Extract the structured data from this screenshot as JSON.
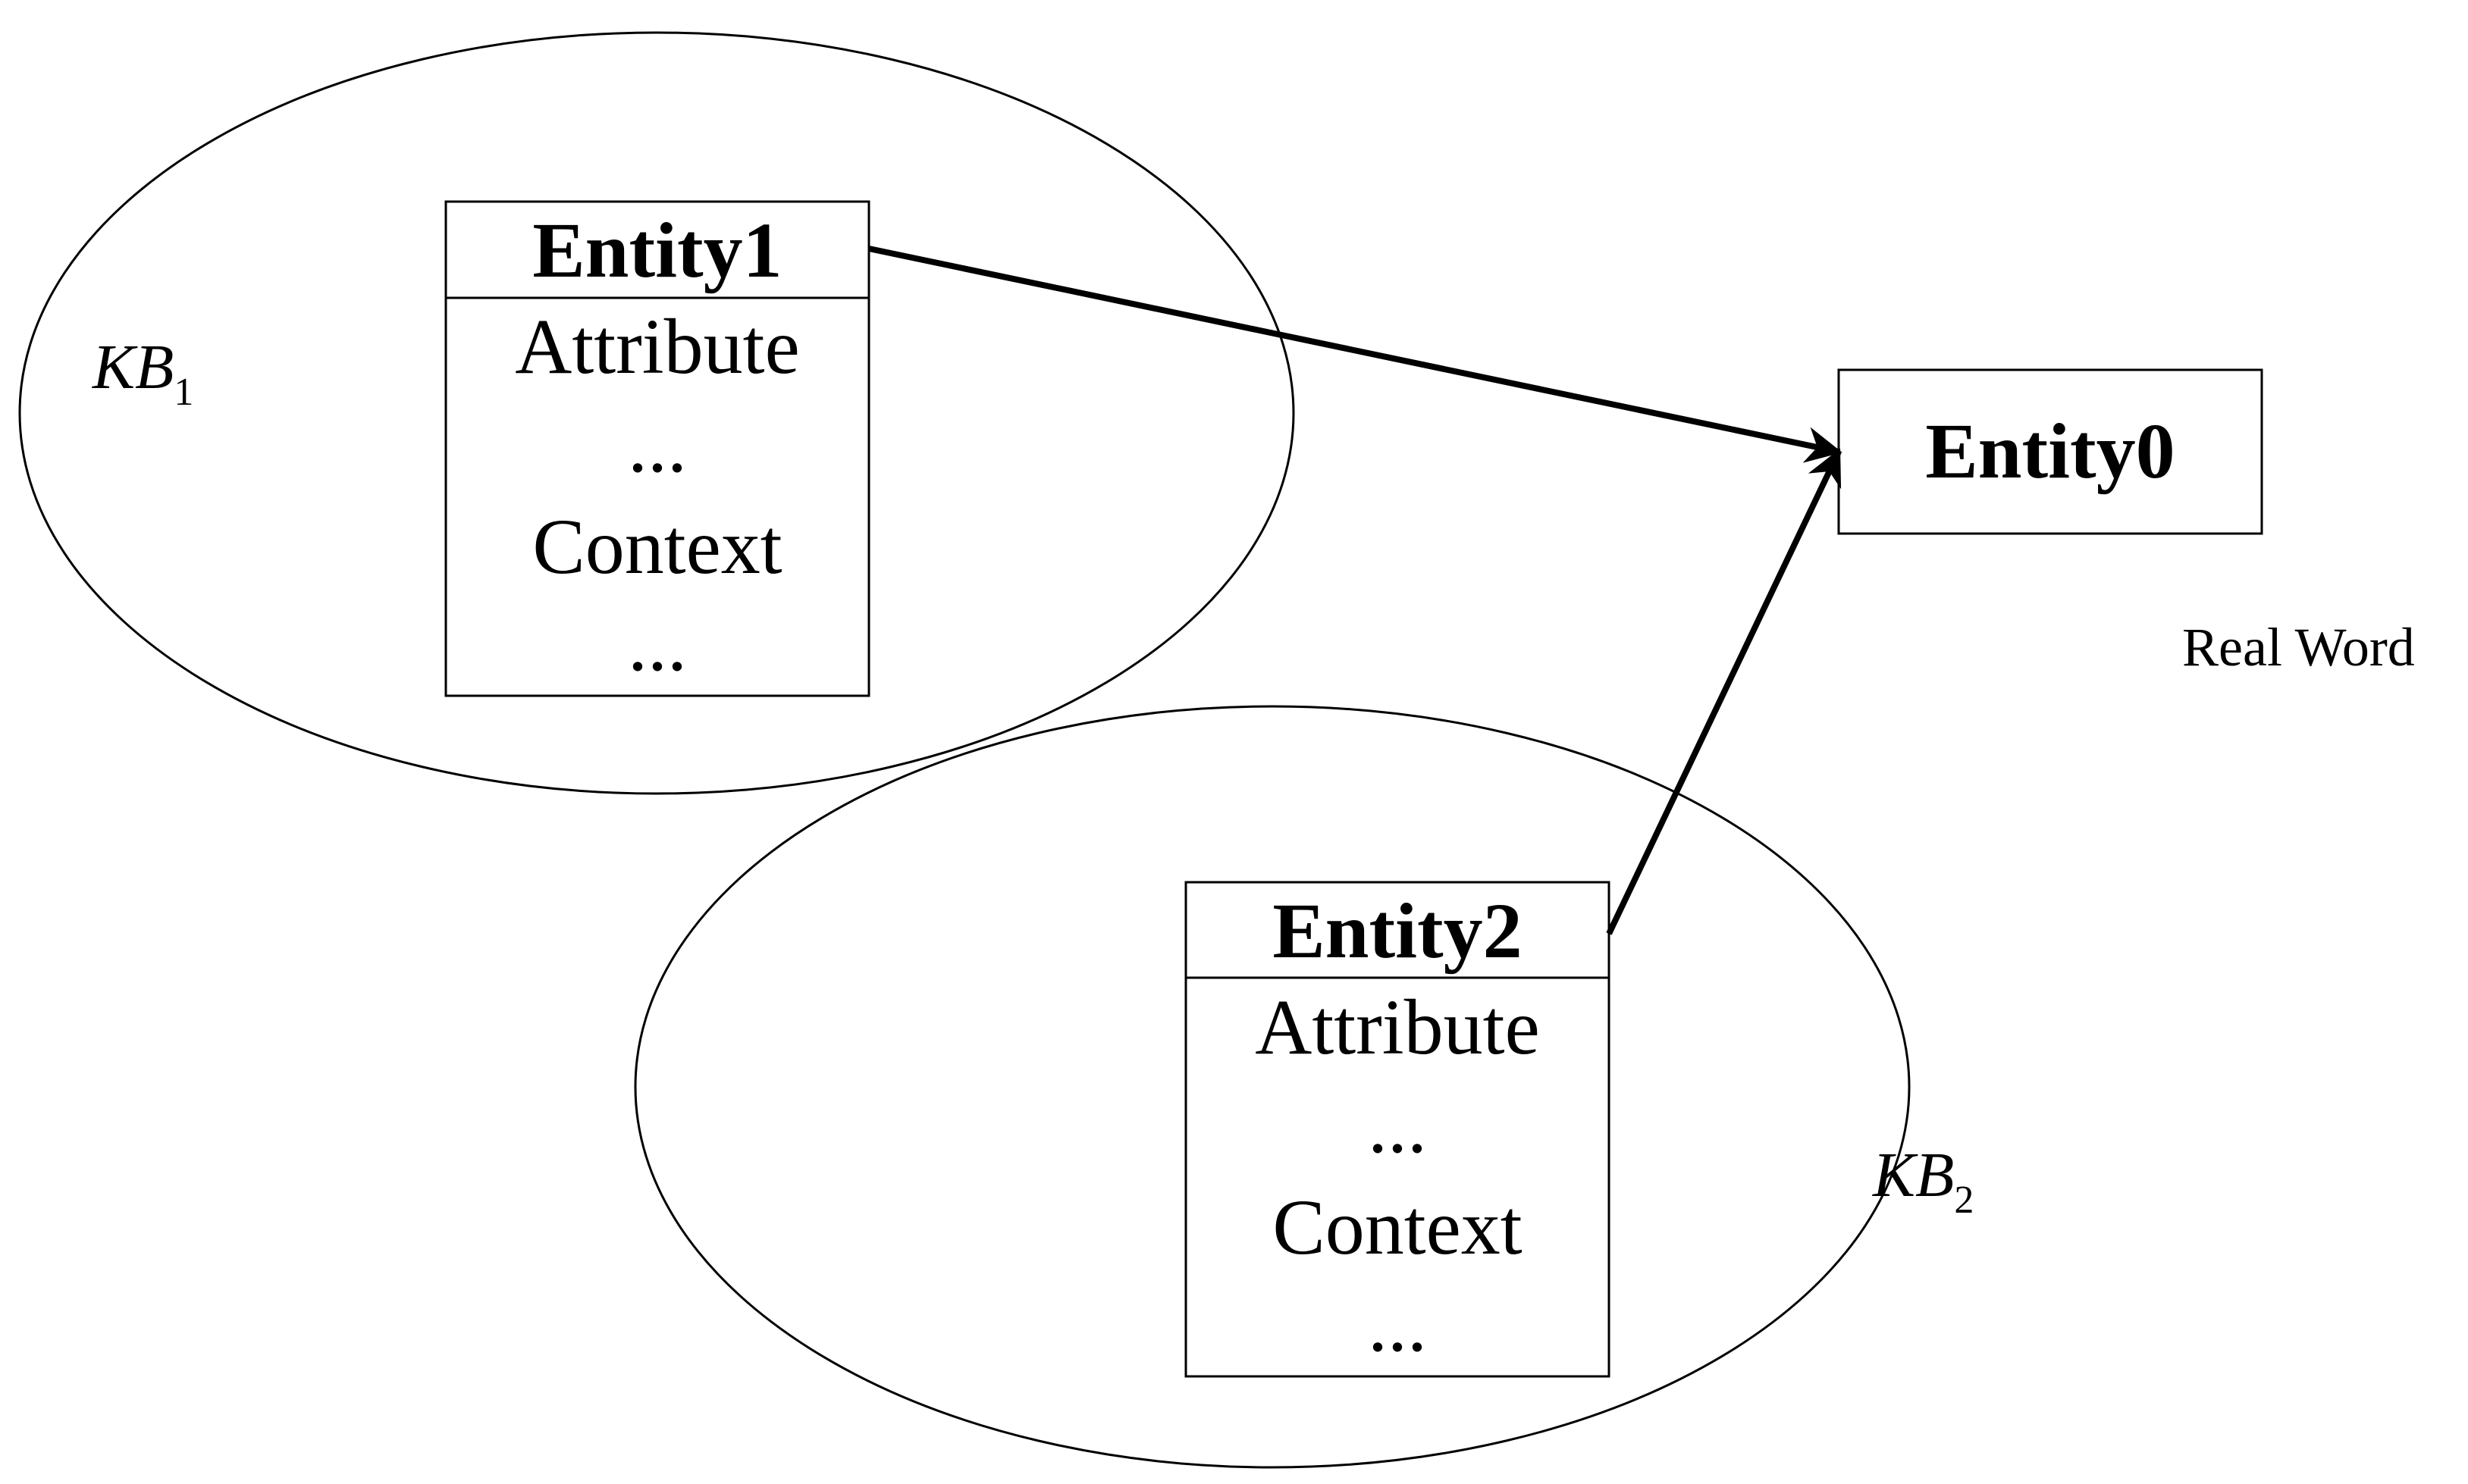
{
  "kb1": {
    "label_main": "KB",
    "label_sub": "1",
    "entity": {
      "title": "Entity1",
      "rows": [
        "Attribute",
        "...",
        "Context",
        "..."
      ]
    }
  },
  "kb2": {
    "label_main": "KB",
    "label_sub": "2",
    "entity": {
      "title": "Entity2",
      "rows": [
        "Attribute",
        "...",
        "Context",
        "..."
      ]
    }
  },
  "real_world": {
    "label": "Real Word",
    "entity": {
      "title": "Entity0"
    }
  },
  "colors": {
    "stroke": "#000000",
    "background": "#ffffff"
  }
}
